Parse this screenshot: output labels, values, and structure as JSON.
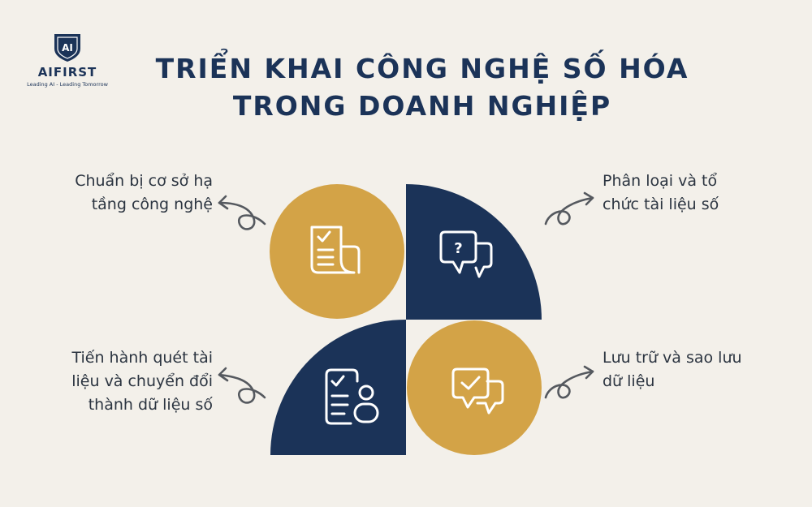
{
  "logo": {
    "mark_text": "AI",
    "name": "AIFIRST",
    "tagline": "Leading AI - Leading Tomorrow"
  },
  "title": {
    "line1": "TRIỂN KHAI CÔNG NGHỆ SỐ HÓA",
    "line2": "TRONG DOANH NGHIỆP"
  },
  "steps": {
    "top_left": {
      "line1": "Chuẩn bị cơ sở hạ",
      "line2": "tầng công nghệ",
      "icon": "document-checklist-icon"
    },
    "top_right": {
      "line1": "Phân loại và tổ",
      "line2": "chức tài liệu số",
      "icon": "question-chat-icon"
    },
    "bottom_left": {
      "line1": "Tiến hành quét tài",
      "line2": "liệu và chuyển đổi",
      "line3": "thành dữ liệu số",
      "icon": "checklist-user-icon"
    },
    "bottom_right": {
      "line1": "Lưu trữ và sao lưu",
      "line2": "dữ liệu",
      "icon": "check-chat-icon"
    }
  },
  "colors": {
    "navy": "#1b3358",
    "gold": "#d3a347",
    "background": "#f3f0ea",
    "arrow": "#55595f"
  }
}
